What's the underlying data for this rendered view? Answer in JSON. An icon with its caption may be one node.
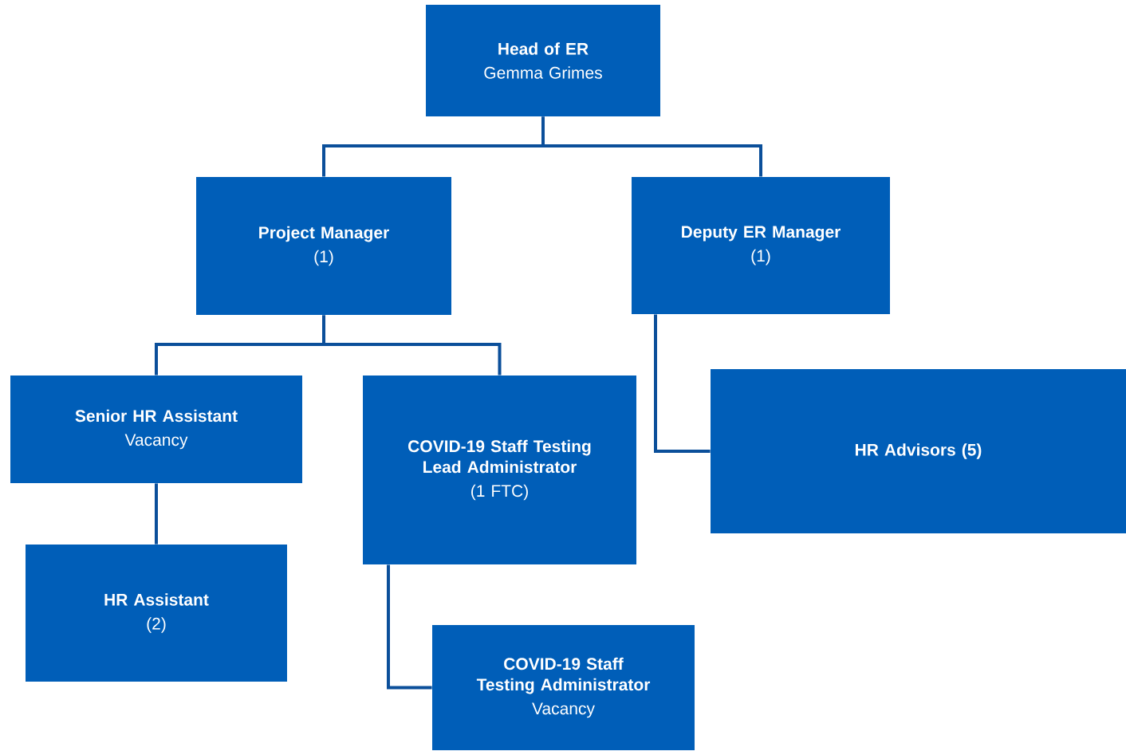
{
  "diagram": {
    "nodes": [
      {
        "text": [
          "Head of ER",
          "Gemma Grimes"
        ]
      },
      {
        "text": [
          "Project Manager",
          "(1)"
        ]
      },
      {
        "text": [
          "Deputy ER Manager",
          "(1)"
        ]
      },
      {
        "text": [
          "Senior HR Assistant",
          "Vacancy"
        ]
      },
      {
        "text": [
          "COVID-19 Staff Testing Lead Administrator",
          "(1 FTC)"
        ]
      },
      {
        "text": [
          "HR Advisors (5)"
        ]
      },
      {
        "text": [
          "HR Assistant",
          "(2)"
        ]
      },
      {
        "text": [
          "COVID-19 Staff Testing Administrator",
          "Vacancy"
        ]
      }
    ],
    "edges": [
      {
        "from": 0,
        "to": 1,
        "arrow": "none"
      },
      {
        "from": 0,
        "to": 2,
        "arrow": "none"
      },
      {
        "from": 1,
        "to": 3,
        "arrow": "none"
      },
      {
        "from": 1,
        "to": 4,
        "arrow": "none"
      },
      {
        "from": 2,
        "to": 5,
        "arrow": "none"
      },
      {
        "from": 3,
        "to": 6,
        "arrow": "none"
      },
      {
        "from": 4,
        "to": 7,
        "arrow": "none"
      }
    ]
  }
}
